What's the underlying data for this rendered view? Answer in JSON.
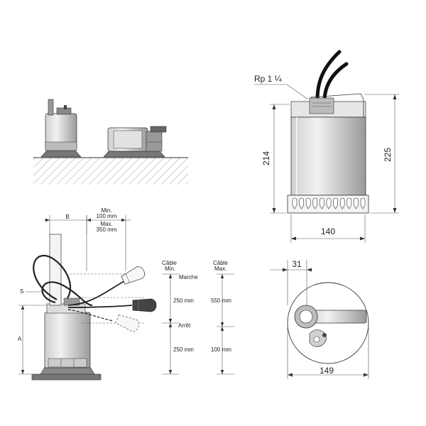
{
  "top_right": {
    "thread_label": "Rp 1 ¼",
    "dim_height_body": "214",
    "dim_height_total": "225",
    "dim_width": "140"
  },
  "bottom_right": {
    "dim_outlet_offset": "31",
    "dim_diameter": "149"
  },
  "bottom_left": {
    "label_b": "B",
    "label_s": "S",
    "label_a": "A",
    "min_label": "Min.",
    "min_value": "100 mm",
    "max_label": "Max.",
    "max_value": "350 mm",
    "cable_min_1": "Câble",
    "cable_min_2": "Min.",
    "cable_max_1": "Câble",
    "cable_max_2": "Max.",
    "marche": "Marche",
    "arret": "Arrêt",
    "min_upper": "250 mm",
    "min_lower": "250 mm",
    "max_upper": "550 mm",
    "max_lower": "100 mm"
  }
}
